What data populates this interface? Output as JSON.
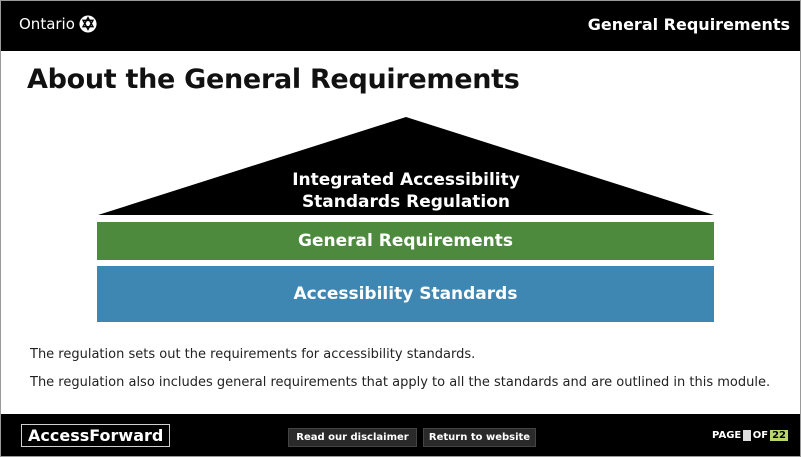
{
  "header": {
    "logo_text": "Ontario",
    "section_title": "General Requirements"
  },
  "main": {
    "title": "About the General Requirements",
    "diagram": {
      "roof_label": "Integrated Accessibility Standards Regulation",
      "middle_band": "General Requirements",
      "bottom_band": "Accessibility Standards"
    },
    "paragraphs": [
      "The regulation sets out the requirements for accessibility standards.",
      "The regulation also includes general requirements that apply to all the standards and are outlined in this module."
    ]
  },
  "footer": {
    "brand": "AccessForward",
    "disclaimer_button": "Read our disclaimer",
    "website_button": "Return to website",
    "page_label": "PAGE",
    "page_current": "",
    "page_of": "OF",
    "page_total": "22"
  },
  "colors": {
    "top_bar": "#000000",
    "green_band": "#4e8a3e",
    "blue_band": "#3f87b3"
  }
}
